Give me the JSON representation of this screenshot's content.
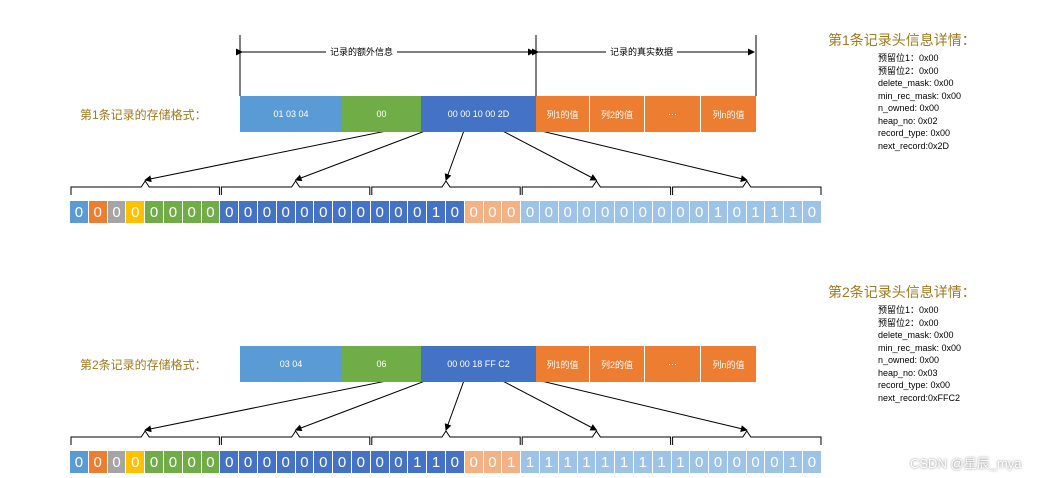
{
  "header": {
    "extra_info_label": "记录的额外信息",
    "real_data_label": "记录的真实数据"
  },
  "records": [
    {
      "format_label": "第1条记录的存储格式：",
      "segments": {
        "varlen": "01 03 04",
        "null_list": "00",
        "header": "00 00 10 00 2D",
        "col1": "列1的值",
        "col2": "列2的值",
        "ellipsis": "···",
        "coln": "列n的值"
      },
      "bits": [
        "0",
        "0",
        "0",
        "0",
        "0",
        "0",
        "0",
        "0",
        "0",
        "0",
        "0",
        "0",
        "0",
        "0",
        "0",
        "0",
        "0",
        "0",
        "0",
        "1",
        "0",
        "0",
        "0",
        "0",
        "0",
        "0",
        "0",
        "0",
        "0",
        "0",
        "0",
        "0",
        "0",
        "0",
        "1",
        "0",
        "1",
        "1",
        "1",
        "0"
      ],
      "detail_title": "第1条记录头信息详情：",
      "details": [
        "预留位1：0x00",
        "预留位2：0x00",
        "delete_mask: 0x00",
        "min_rec_mask: 0x00",
        "n_owned: 0x00",
        "heap_no: 0x02",
        "record_type: 0x00",
        "next_record:0x2D"
      ]
    },
    {
      "format_label": "第2条记录的存储格式：",
      "segments": {
        "varlen": "03 04",
        "null_list": "06",
        "header": "00 00 18 FF C2",
        "col1": "列1的值",
        "col2": "列2的值",
        "ellipsis": "···",
        "coln": "列n的值"
      },
      "bits": [
        "0",
        "0",
        "0",
        "0",
        "0",
        "0",
        "0",
        "0",
        "0",
        "0",
        "0",
        "0",
        "0",
        "0",
        "0",
        "0",
        "0",
        "0",
        "1",
        "1",
        "0",
        "0",
        "0",
        "1",
        "1",
        "1",
        "1",
        "1",
        "1",
        "1",
        "1",
        "1",
        "1",
        "0",
        "0",
        "0",
        "0",
        "0",
        "1",
        "0"
      ],
      "detail_title": "第2条记录头信息详情：",
      "details": [
        "预留位1：0x00",
        "预留位2：0x00",
        "delete_mask: 0x00",
        "min_rec_mask: 0x00",
        "n_owned: 0x00",
        "heap_no: 0x03",
        "record_type: 0x00",
        "next_record:0xFFC2"
      ]
    }
  ],
  "watermark": "CSDN @星辰_mya",
  "colors": {
    "light_blue": "#5b9bd5",
    "dark_blue": "#4472c4",
    "green": "#70ad47",
    "orange": "#ed7d31",
    "light_orange": "#f4b183",
    "pale_blue": "#9dc3e6",
    "gray": "#a5a5a5",
    "yellow": "#ffc000",
    "label_gold": "#a07a1e"
  }
}
